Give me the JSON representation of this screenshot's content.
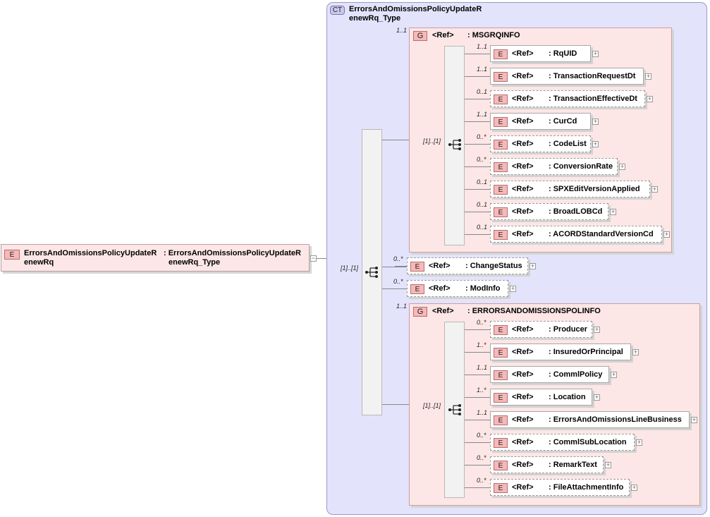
{
  "root": {
    "badge": "E",
    "name_line1": "ErrorsAndOmissionsPolicyUpdateR",
    "name_line2": "enewRq",
    "type_line1": ": ErrorsAndOmissionsPolicyUpdateR",
    "type_line2": "enewRq_Type",
    "collapse": "−"
  },
  "complex_type": {
    "badge": "CT",
    "title_line1": "ErrorsAndOmissionsPolicyUpdateR",
    "title_line2": "enewRq_Type"
  },
  "outer_sequence": {
    "multiplicity": "[1]..[1]"
  },
  "msgrq_group": {
    "badge": "G",
    "ref": "<Ref>",
    "name": ": MSGRQINFO",
    "multiplicity": "1..1",
    "sequence_multiplicity": "[1]..[1]",
    "elements": [
      {
        "card": "1..1",
        "ref": "<Ref>",
        "name": ": RqUID"
      },
      {
        "card": "1..1",
        "ref": "<Ref>",
        "name": ": TransactionRequestDt"
      },
      {
        "card": "0..1",
        "ref": "<Ref>",
        "name": ": TransactionEffectiveDt"
      },
      {
        "card": "1..1",
        "ref": "<Ref>",
        "name": ": CurCd"
      },
      {
        "card": "0..*",
        "ref": "<Ref>",
        "name": ": CodeList"
      },
      {
        "card": "0..*",
        "ref": "<Ref>",
        "name": ": ConversionRate"
      },
      {
        "card": "0..1",
        "ref": "<Ref>",
        "name": ": SPXEditVersionApplied"
      },
      {
        "card": "0..1",
        "ref": "<Ref>",
        "name": ": BroadLOBCd"
      },
      {
        "card": "0..1",
        "ref": "<Ref>",
        "name": ": ACORDStandardVersionCd"
      }
    ]
  },
  "middle_elements": [
    {
      "card": "0..*",
      "ref": "<Ref>",
      "name": ": ChangeStatus"
    },
    {
      "card": "0..*",
      "ref": "<Ref>",
      "name": ": ModInfo"
    }
  ],
  "eo_group": {
    "badge": "G",
    "ref": "<Ref>",
    "name": ": ERRORSANDOMISSIONSPOLINFO",
    "multiplicity": "1..1",
    "sequence_multiplicity": "[1]..[1]",
    "elements": [
      {
        "card": "0..*",
        "ref": "<Ref>",
        "name": ": Producer"
      },
      {
        "card": "1..*",
        "ref": "<Ref>",
        "name": ": InsuredOrPrincipal"
      },
      {
        "card": "1..1",
        "ref": "<Ref>",
        "name": ": CommlPolicy"
      },
      {
        "card": "1..*",
        "ref": "<Ref>",
        "name": ": Location"
      },
      {
        "card": "1..1",
        "ref": "<Ref>",
        "name": ": ErrorsAndOmissionsLineBusiness"
      },
      {
        "card": "0..*",
        "ref": "<Ref>",
        "name": ": CommlSubLocation"
      },
      {
        "card": "0..*",
        "ref": "<Ref>",
        "name": ": RemarkText"
      },
      {
        "card": "0..*",
        "ref": "<Ref>",
        "name": ": FileAttachmentInfo"
      }
    ]
  },
  "element_badge": "E",
  "expand_symbol": "+"
}
